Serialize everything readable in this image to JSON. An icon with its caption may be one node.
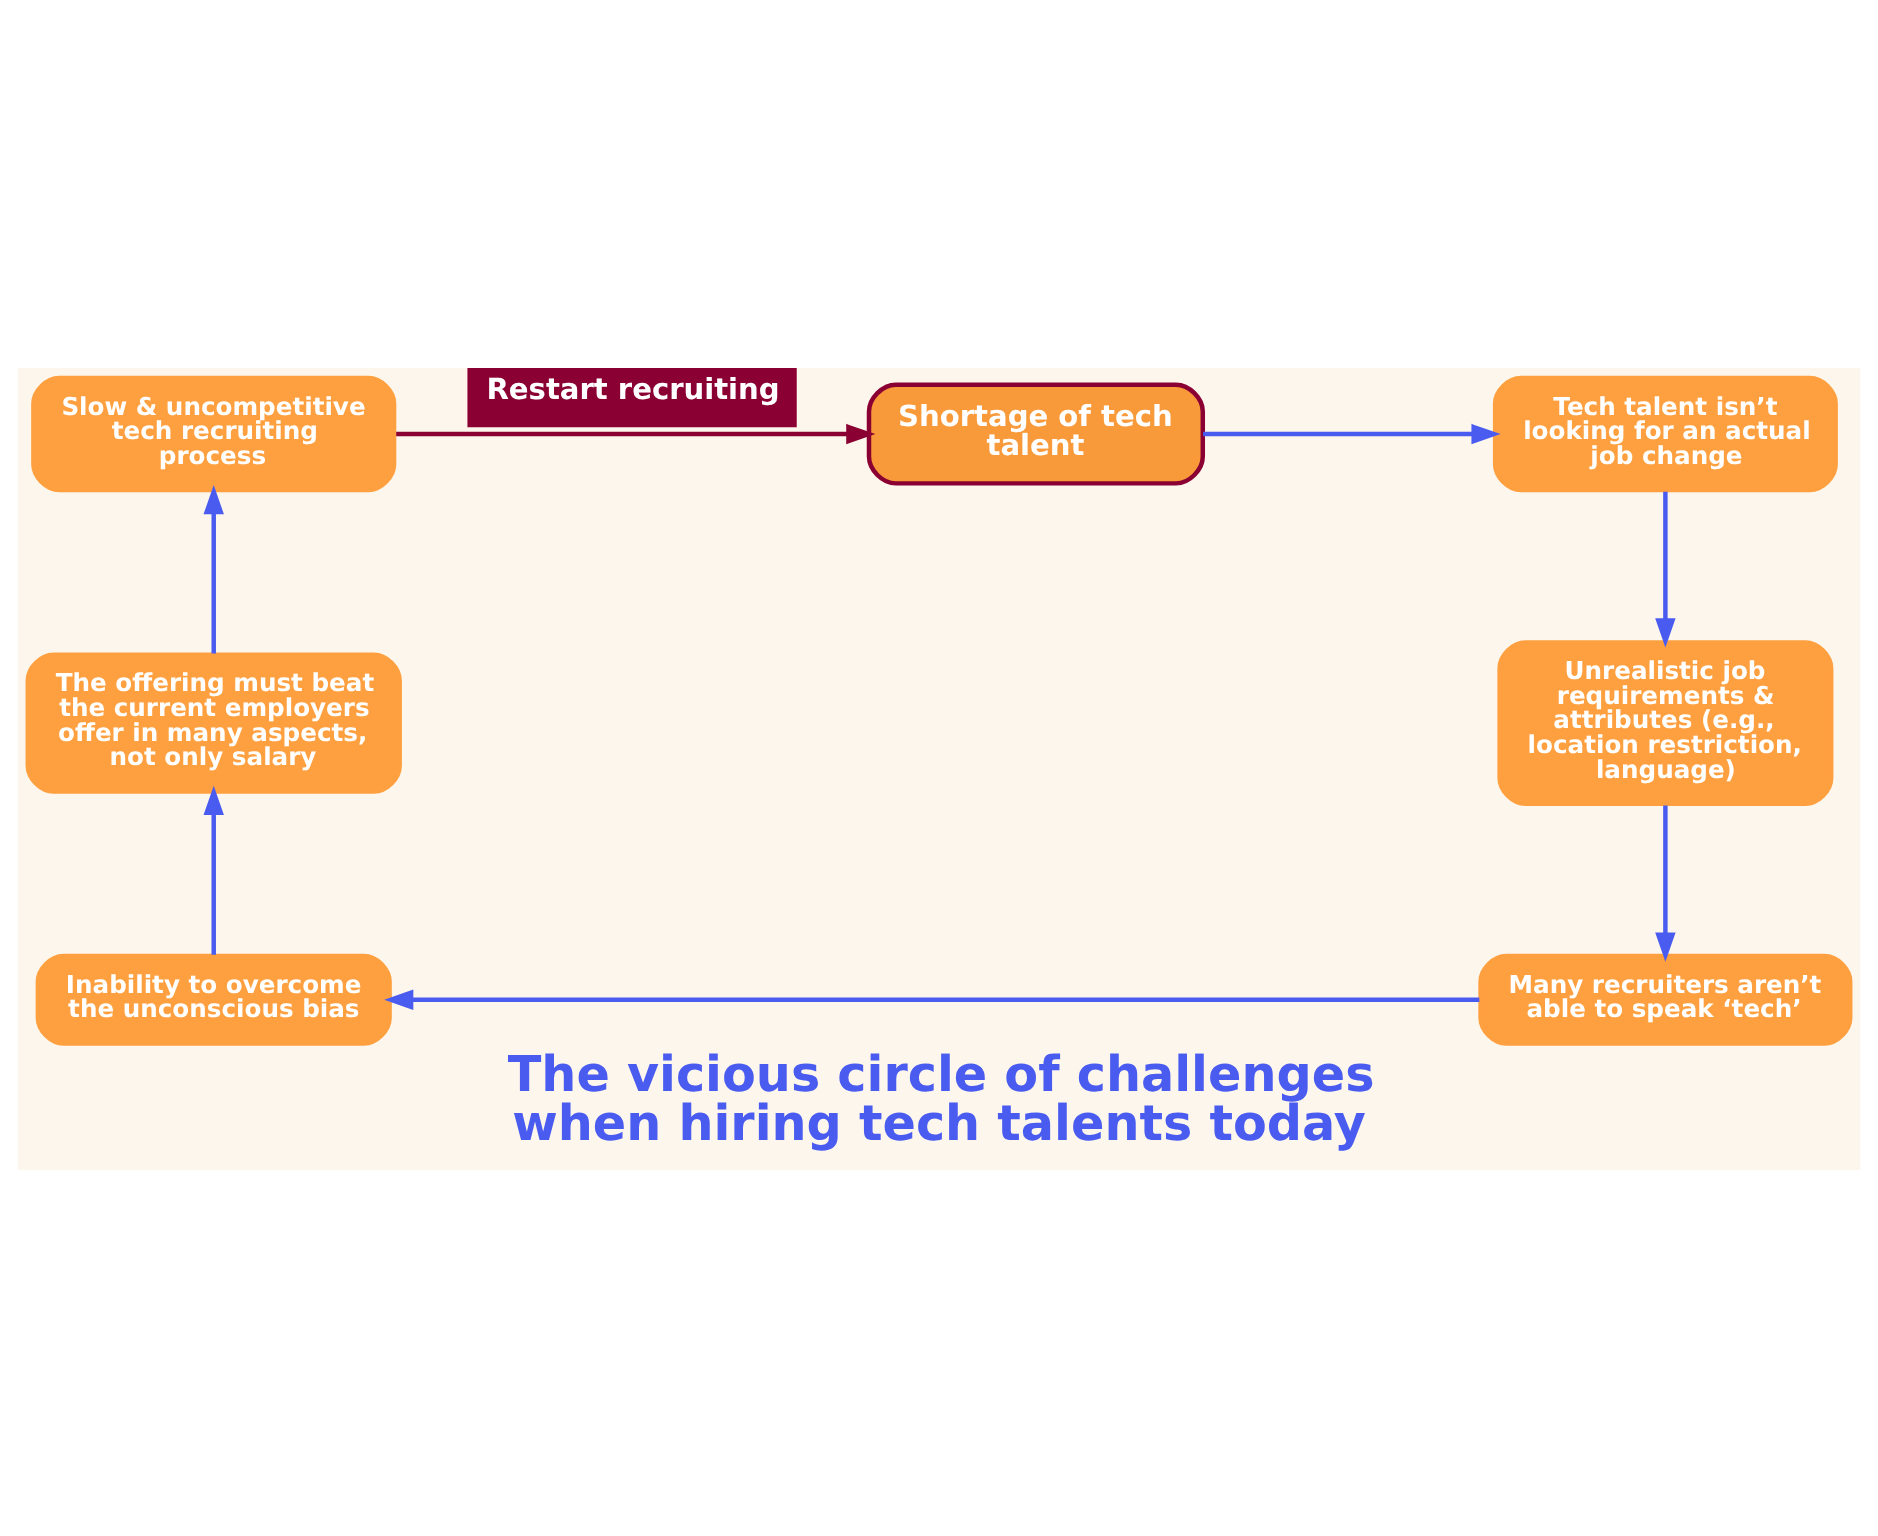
{
  "diagram": {
    "title": "The vicious circle of challenges when hiring tech talents today",
    "nodes": [
      {
        "text": [
          "Shortage of tech talent"
        ]
      },
      {
        "text": [
          "Tech talent isn’t looking for an actual job change"
        ]
      },
      {
        "text": [
          "Unrealistic job requirements & attributes (e.g., location restriction, language)"
        ]
      },
      {
        "text": [
          "Many recruiters aren’t able to speak ‘tech’"
        ]
      },
      {
        "text": [
          "Inability to overcome the unconscious bias"
        ]
      },
      {
        "text": [
          "The offering must beat the current employers offer in many aspects, not only salary"
        ]
      },
      {
        "text": [
          "Slow & uncompetitive tech recruiting process"
        ]
      }
    ],
    "edges": [
      {
        "from": 0,
        "to": 1,
        "arrow": "to"
      },
      {
        "from": 1,
        "to": 2,
        "arrow": "to"
      },
      {
        "from": 2,
        "to": 3,
        "arrow": "to"
      },
      {
        "from": 3,
        "to": 4,
        "arrow": "to"
      },
      {
        "from": 4,
        "to": 5,
        "arrow": "to"
      },
      {
        "from": 5,
        "to": 6,
        "arrow": "to"
      },
      {
        "from": 6,
        "to": 0,
        "arrow": "to",
        "label": "Restart recruiting",
        "color": "#8b0033"
      }
    ]
  }
}
